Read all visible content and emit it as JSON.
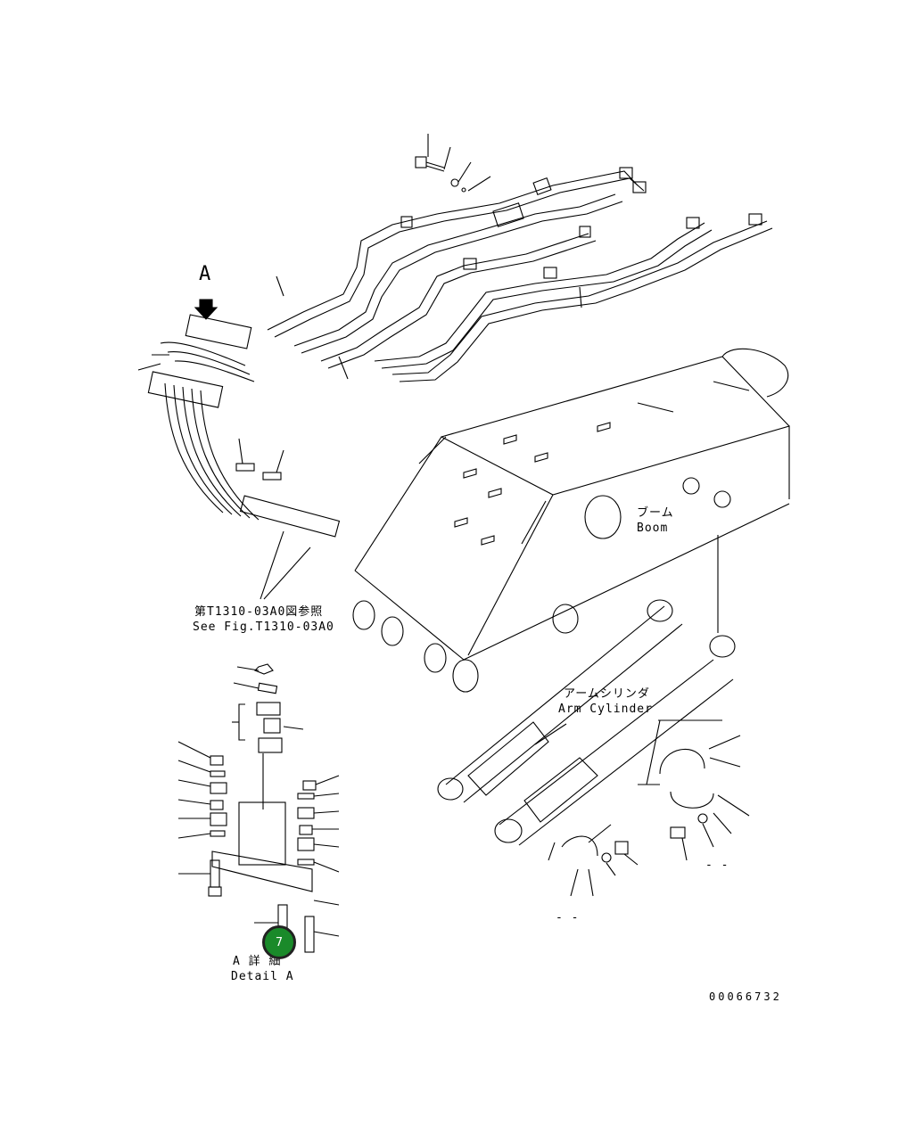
{
  "labels": {
    "view_arrow": "A",
    "boom_jp": "ブーム",
    "boom_en": "Boom",
    "ref_jp": "第T1310-03A0図参照",
    "ref_en": "See Fig.T1310-03A0",
    "arm_cyl_jp": "アームシリンダ",
    "arm_cyl_en": "Arm Cylinder",
    "detail_jp": "A 詳 細",
    "detail_en": "Detail A",
    "dash_1": "- -",
    "dash_2": "- -",
    "figure_id": "00066732"
  },
  "callout": {
    "number": "7"
  },
  "colors": {
    "callout_fill": "#1a8a2a",
    "line": "#000000"
  }
}
